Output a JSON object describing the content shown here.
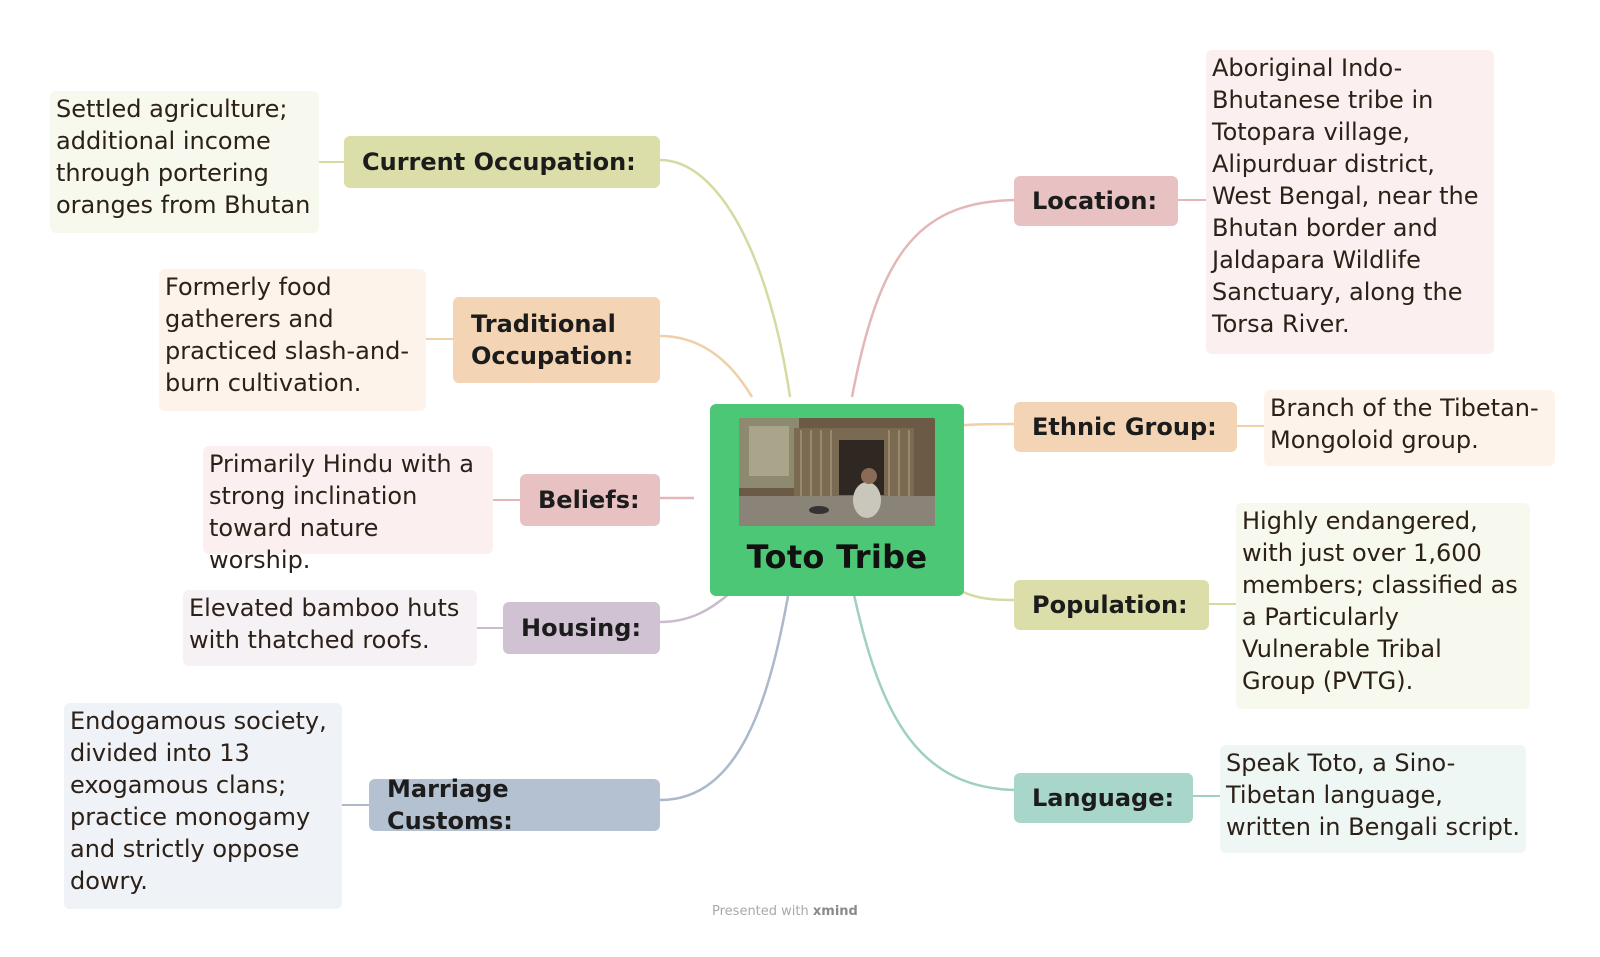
{
  "center": {
    "title": "Toto Tribe",
    "image_description": "Elderly Toto woman crouching in front of a bamboo hut"
  },
  "branches": {
    "location": {
      "label": "Location:",
      "detail": [
        "Aboriginal Indo-",
        "Bhutanese tribe in",
        "Totopara village,",
        "Alipurduar district,",
        "West Bengal, near the",
        "Bhutan border and",
        "Jaldapara Wildlife",
        "Sanctuary, along the",
        "Torsa River."
      ]
    },
    "ethnic_group": {
      "label": "Ethnic Group:",
      "detail": [
        "Branch of the Tibetan-",
        "Mongoloid group."
      ]
    },
    "population": {
      "label": "Population:",
      "detail": [
        "Highly endangered,",
        "with just over 1,600",
        "members; classified as",
        "a Particularly",
        "Vulnerable Tribal",
        "Group (PVTG)."
      ]
    },
    "language": {
      "label": "Language:",
      "detail": [
        "Speak Toto, a Sino-",
        "Tibetan language,",
        "written in Bengali script."
      ]
    },
    "current_occupation": {
      "label": "Current Occupation:",
      "detail": [
        "Settled agriculture;",
        "additional income",
        "through portering",
        "oranges from Bhutan"
      ]
    },
    "traditional_occupation": {
      "label_lines": [
        "Traditional",
        "Occupation:"
      ],
      "detail": [
        "Formerly food",
        "gatherers and",
        "practiced slash-and-",
        "burn cultivation."
      ]
    },
    "beliefs": {
      "label": "Beliefs:",
      "detail": [
        "Primarily Hindu with a",
        "strong inclination",
        "toward nature worship."
      ]
    },
    "housing": {
      "label": "Housing:",
      "detail": [
        "Elevated bamboo huts",
        "with thatched roofs."
      ]
    },
    "marriage_customs": {
      "label": "Marriage Customs:",
      "detail": [
        "Endogamous society,",
        "divided into 13",
        "exogamous clans;",
        "practice monogamy",
        "and strictly oppose",
        "dowry."
      ]
    }
  },
  "footer": {
    "prefix": "Presented with",
    "brand": "xmind"
  },
  "colors": {
    "center": "#4cc776",
    "location": "#e8c2c2",
    "ethnic_group": "#f3d5b5",
    "population": "#dbdea9",
    "language": "#a9d6ca",
    "current_occupation": "#dbdea9",
    "traditional_occupation": "#f3d5b5",
    "beliefs": "#e8c2c2",
    "housing": "#d0c2d2",
    "marriage_customs": "#b4c1d1"
  }
}
